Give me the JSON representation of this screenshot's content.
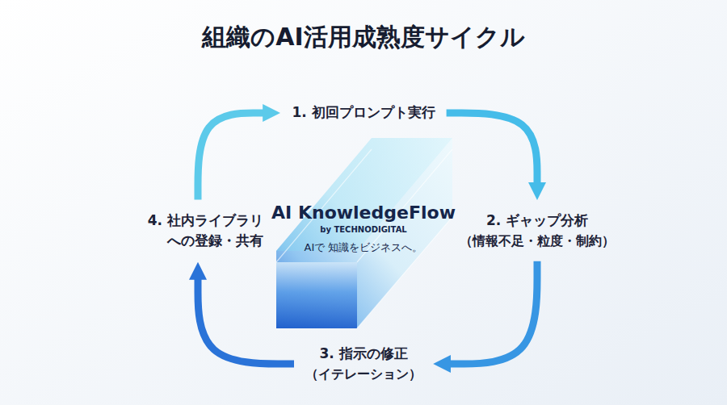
{
  "diagram": {
    "title": "組織のAI活用成熟度サイクル",
    "nodes": [
      {
        "text": [
          "1. 初回プロンプト実行"
        ]
      },
      {
        "text": [
          "2. ギャップ分析",
          "（情報不足・粒度・制約）"
        ]
      },
      {
        "text": [
          "3. 指示の修正",
          "（イテレーション）"
        ]
      },
      {
        "text": [
          "4. 社内ライブラリ への登録・共有"
        ]
      },
      {
        "text": [
          "AI KnowledgeFlow",
          "by TECHNODIGITAL",
          "AIで 知識をビジネスへ。"
        ]
      }
    ],
    "edges": [
      {
        "from": 0,
        "to": 1,
        "arrow": "to"
      },
      {
        "from": 1,
        "to": 2,
        "arrow": "to"
      },
      {
        "from": 2,
        "to": 3,
        "arrow": "to"
      },
      {
        "from": 3,
        "to": 0,
        "arrow": "to"
      }
    ]
  }
}
